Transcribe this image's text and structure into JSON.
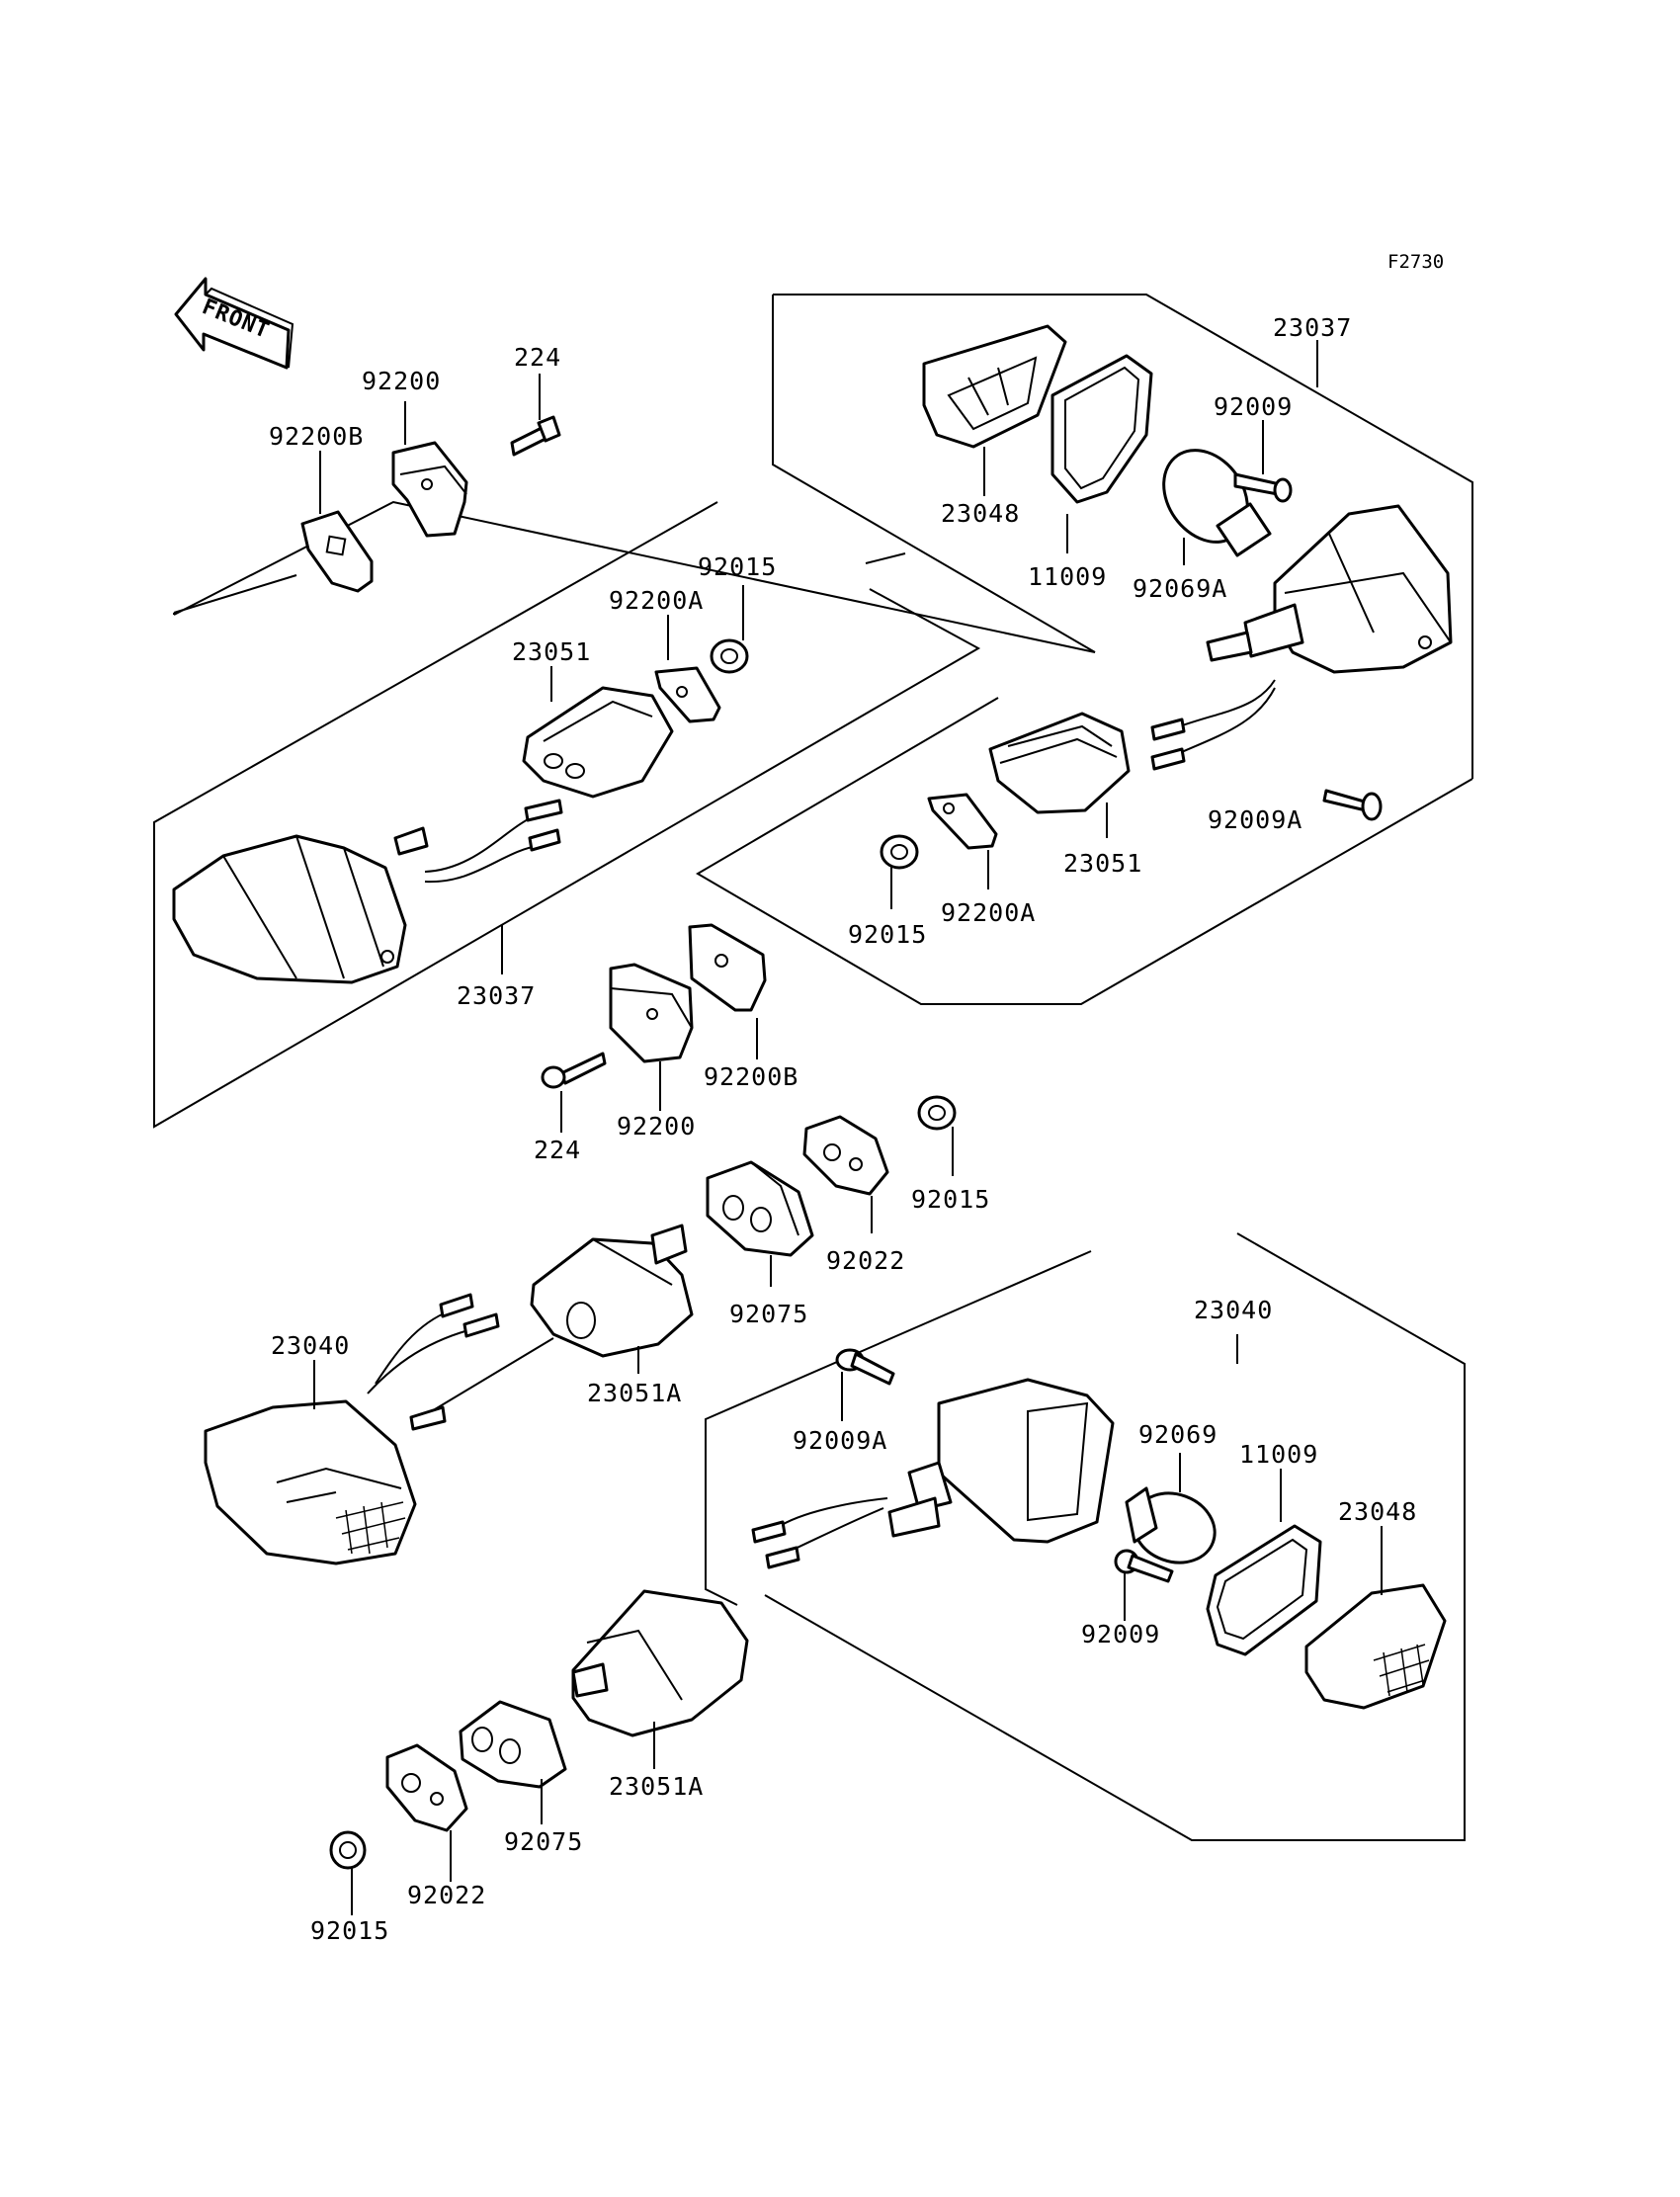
{
  "figure_code": "F2730",
  "front_label": "FRONT",
  "labels": {
    "l_23037_top": "23037",
    "l_92009_top": "92009",
    "l_23048_top": "23048",
    "l_11009_top": "11009",
    "l_92069A": "92069A",
    "l_92009A_top": "92009A",
    "l_23051_right": "23051",
    "l_92200A_right": "92200A",
    "l_92015_right": "92015",
    "l_224_top": "224",
    "l_92200_top": "92200",
    "l_92200B_top": "92200B",
    "l_92015_left": "92015",
    "l_92200A_left": "92200A",
    "l_23051_left": "23051",
    "l_23037_left": "23037",
    "l_92200B_mid": "92200B",
    "l_92200_mid": "92200",
    "l_224_mid": "224",
    "l_92015_mid": "92015",
    "l_92022_mid": "92022",
    "l_92075_mid": "92075",
    "l_23051A_mid": "23051A",
    "l_23040_left": "23040",
    "l_23040_right": "23040",
    "l_92069": "92069",
    "l_11009_bottom": "11009",
    "l_23048_bottom": "23048",
    "l_92009A_bottom": "92009A",
    "l_92009_bottom": "92009",
    "l_23051A_bottom": "23051A",
    "l_92075_bottom": "92075",
    "l_92022_bottom": "92022",
    "l_92015_bottom": "92015"
  }
}
